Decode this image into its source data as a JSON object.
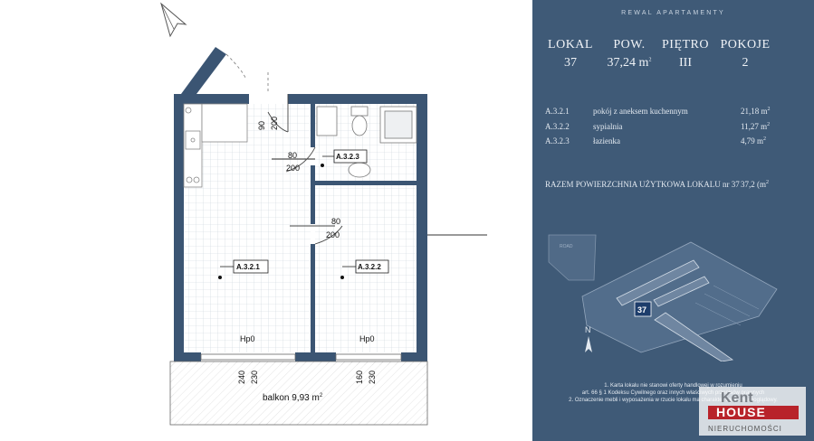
{
  "panel": {
    "brand": "REWAL APARTAMENTY",
    "headers": {
      "lokal_label": "LOKAL",
      "lokal_value": "37",
      "pow_label": "POW.",
      "pow_value": "37,24 m",
      "pietro_label": "PIĘTRO",
      "pietro_value": "III",
      "pokoje_label": "POKOJE",
      "pokoje_value": "2"
    },
    "rooms": [
      {
        "code": "A.3.2.1",
        "name": "pokój z aneksem kuchennym",
        "area": "21,18 m"
      },
      {
        "code": "A.3.2.2",
        "name": "sypialnia",
        "area": "11,27 m"
      },
      {
        "code": "A.3.2.3",
        "name": "łazienka",
        "area": "4,79 m"
      }
    ],
    "total_label": "RAZEM POWIERZCHNIA UŻYTKOWA LOKALU nr 37",
    "total_value": "37,2 (m",
    "area_sup": "2",
    "map_road": "ROAD",
    "map_unit": "37",
    "north": "N",
    "notes": [
      "1. Karta lokalu nie stanowi oferty handlowej w rozumieniu",
      "art. 66 § 1 Kodeksu Cywilnego oraz innych właściwych przepisów prawnych",
      "2. Oznaczenie mebli i wyposażenia w rzucie lokalu ma charakter wyłącznie poglądowy."
    ],
    "logo_top": "Kent",
    "logo_mid": "HOUSE",
    "logo_bottom": "NIERUCHOMOŚCI"
  },
  "plan": {
    "rooms": [
      {
        "label": "A.3.2.1"
      },
      {
        "label": "A.3.2.2"
      },
      {
        "label": "A.3.2.3"
      }
    ],
    "door_dims": [
      {
        "w": "90",
        "h": "200"
      },
      {
        "w": "80",
        "h": "200"
      },
      {
        "w": "80",
        "h": "200"
      }
    ],
    "window_labels": [
      "Hp0",
      "Hp0"
    ],
    "balcony_dims": [
      "240",
      "230",
      "160",
      "230"
    ],
    "balcony_label": "balkon 9,93 m",
    "balcony_sup": "2"
  }
}
